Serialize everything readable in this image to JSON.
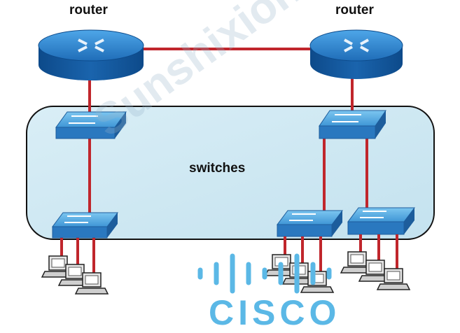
{
  "labels": {
    "router_left": "router",
    "router_right": "router",
    "switches": "switches"
  },
  "watermark": "Sunshixion.com",
  "logo": {
    "text": "CISCO",
    "color": "#5bb8e6"
  },
  "colors": {
    "link": "#c0262c",
    "router_fill": "#1d6fc0",
    "switch_fill": "#3d9ad8",
    "switch_area": "#cfe9f3"
  },
  "nodes": {
    "routers": [
      "router-left",
      "router-right"
    ],
    "switches": [
      "switch-core-left",
      "switch-core-right",
      "switch-access-1",
      "switch-access-2",
      "switch-access-3"
    ],
    "pc_groups": 3
  }
}
